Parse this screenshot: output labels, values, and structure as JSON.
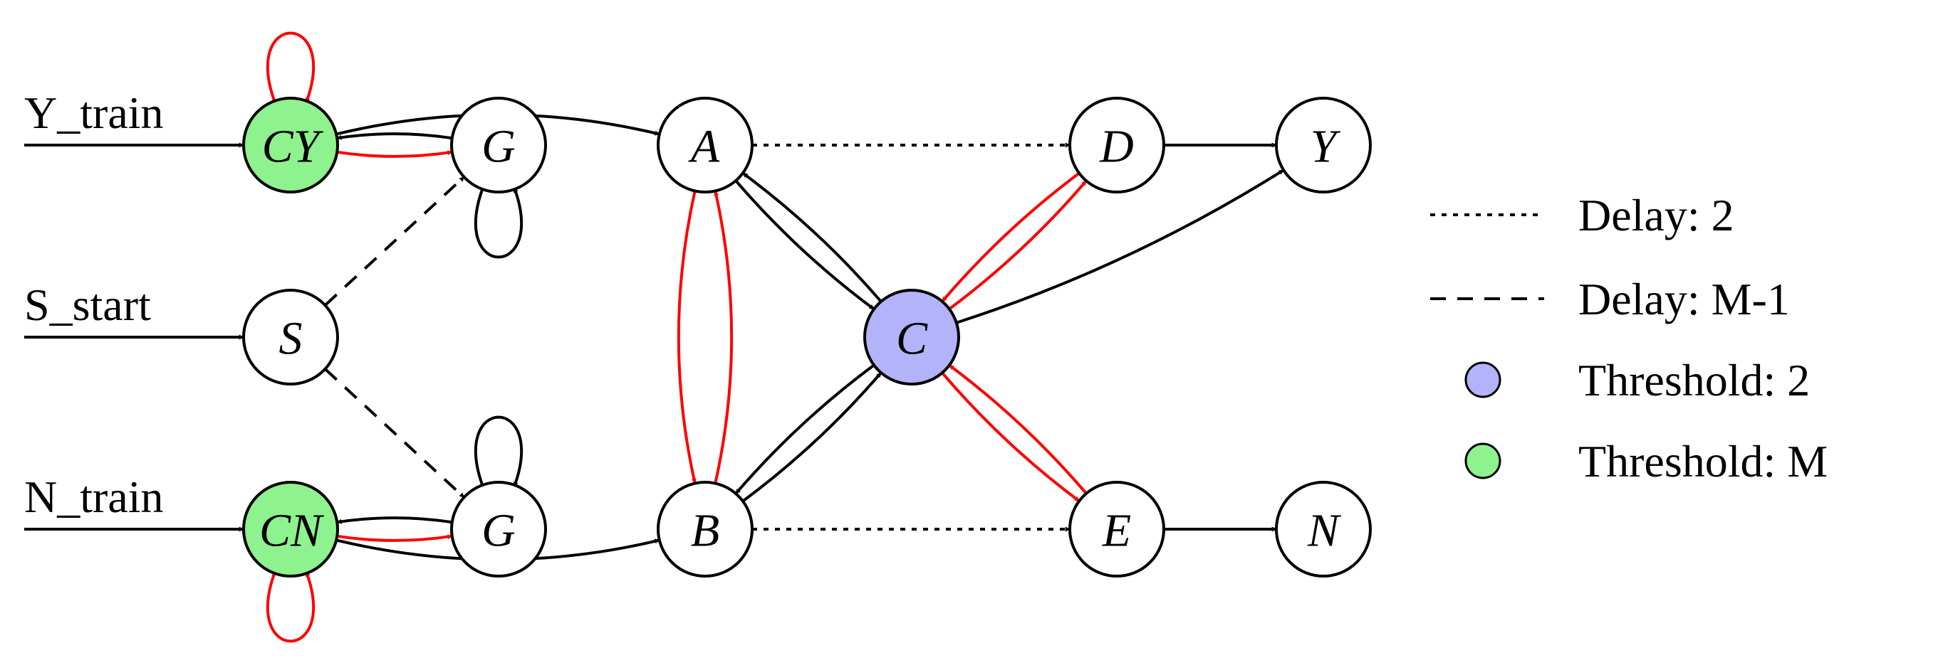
{
  "diagram": {
    "colors": {
      "edge_black": "#000000",
      "edge_red": "#ff0000",
      "threshold_2": "#b3b3fa",
      "threshold_m": "#8ef28e",
      "node_default": "#ffffff"
    },
    "inputs": [
      {
        "id": "y_train",
        "label": "Y_train",
        "target": "CY"
      },
      {
        "id": "s_start",
        "label": "S_start",
        "target": "S"
      },
      {
        "id": "n_train",
        "label": "N_train",
        "target": "CN"
      }
    ],
    "nodes": [
      {
        "id": "CY",
        "label": "CY",
        "fill": "threshold_m"
      },
      {
        "id": "G1",
        "label": "G",
        "fill": "node_default"
      },
      {
        "id": "S",
        "label": "S",
        "fill": "node_default"
      },
      {
        "id": "CN",
        "label": "CN",
        "fill": "threshold_m"
      },
      {
        "id": "G2",
        "label": "G",
        "fill": "node_default"
      },
      {
        "id": "A",
        "label": "A",
        "fill": "node_default"
      },
      {
        "id": "B",
        "label": "B",
        "fill": "node_default"
      },
      {
        "id": "C",
        "label": "C",
        "fill": "threshold_2"
      },
      {
        "id": "D",
        "label": "D",
        "fill": "node_default"
      },
      {
        "id": "E",
        "label": "E",
        "fill": "node_default"
      },
      {
        "id": "Y",
        "label": "Y",
        "fill": "node_default"
      },
      {
        "id": "N",
        "label": "N",
        "fill": "node_default"
      }
    ],
    "edges": [
      {
        "from": "CY",
        "to": "CY",
        "color": "red",
        "style": "solid",
        "loop": "top"
      },
      {
        "from": "CY",
        "to": "G1",
        "color": "red",
        "style": "solid"
      },
      {
        "from": "G1",
        "to": "CY",
        "color": "black",
        "style": "solid"
      },
      {
        "from": "G1",
        "to": "G1",
        "color": "black",
        "style": "solid",
        "loop": "bottom"
      },
      {
        "from": "CY",
        "to": "A",
        "color": "black",
        "style": "solid"
      },
      {
        "from": "S",
        "to": "G1",
        "color": "black",
        "style": "dashed"
      },
      {
        "from": "S",
        "to": "G2",
        "color": "black",
        "style": "dashed"
      },
      {
        "from": "CN",
        "to": "CN",
        "color": "red",
        "style": "solid",
        "loop": "bottom"
      },
      {
        "from": "CN",
        "to": "G2",
        "color": "red",
        "style": "solid"
      },
      {
        "from": "G2",
        "to": "CN",
        "color": "black",
        "style": "solid"
      },
      {
        "from": "G2",
        "to": "G2",
        "color": "black",
        "style": "solid",
        "loop": "top"
      },
      {
        "from": "CN",
        "to": "B",
        "color": "black",
        "style": "solid"
      },
      {
        "from": "A",
        "to": "D",
        "color": "black",
        "style": "dotted"
      },
      {
        "from": "B",
        "to": "E",
        "color": "black",
        "style": "dotted"
      },
      {
        "from": "A",
        "to": "B",
        "color": "red",
        "style": "solid"
      },
      {
        "from": "B",
        "to": "A",
        "color": "red",
        "style": "solid"
      },
      {
        "from": "A",
        "to": "C",
        "color": "black",
        "style": "solid"
      },
      {
        "from": "C",
        "to": "A",
        "color": "black",
        "style": "solid"
      },
      {
        "from": "B",
        "to": "C",
        "color": "black",
        "style": "solid"
      },
      {
        "from": "C",
        "to": "B",
        "color": "black",
        "style": "solid"
      },
      {
        "from": "C",
        "to": "D",
        "color": "red",
        "style": "solid"
      },
      {
        "from": "D",
        "to": "C",
        "color": "red",
        "style": "solid"
      },
      {
        "from": "C",
        "to": "E",
        "color": "red",
        "style": "solid"
      },
      {
        "from": "E",
        "to": "C",
        "color": "red",
        "style": "solid"
      },
      {
        "from": "C",
        "to": "Y",
        "color": "black",
        "style": "solid"
      },
      {
        "from": "D",
        "to": "Y",
        "color": "black",
        "style": "solid"
      },
      {
        "from": "E",
        "to": "N",
        "color": "black",
        "style": "solid"
      }
    ],
    "legend": [
      {
        "id": "delay-2",
        "kind": "dotted-line",
        "label": "Delay: 2"
      },
      {
        "id": "delay-m1",
        "kind": "dashed-line",
        "label": "Delay: M-1"
      },
      {
        "id": "threshold-2",
        "kind": "circle",
        "fill": "threshold_2",
        "label": "Threshold: 2"
      },
      {
        "id": "threshold-m",
        "kind": "circle",
        "fill": "threshold_m",
        "label": "Threshold: M"
      }
    ]
  }
}
